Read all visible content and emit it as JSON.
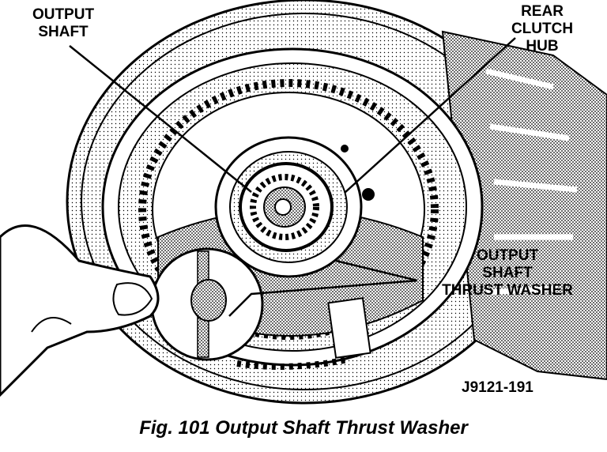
{
  "labels": {
    "output_shaft": [
      "OUTPUT",
      "SHAFT"
    ],
    "rear_clutch_hub": [
      "REAR",
      "CLUTCH",
      "HUB"
    ],
    "output_shaft_thrust_washer": [
      "OUTPUT",
      "SHAFT",
      "THRUST WASHER"
    ]
  },
  "figure_code": "J9121-191",
  "caption": "Fig. 101 Output Shaft Thrust Washer",
  "colors": {
    "ink": "#000000",
    "paper": "#ffffff",
    "shade": "#8a8a8a"
  }
}
